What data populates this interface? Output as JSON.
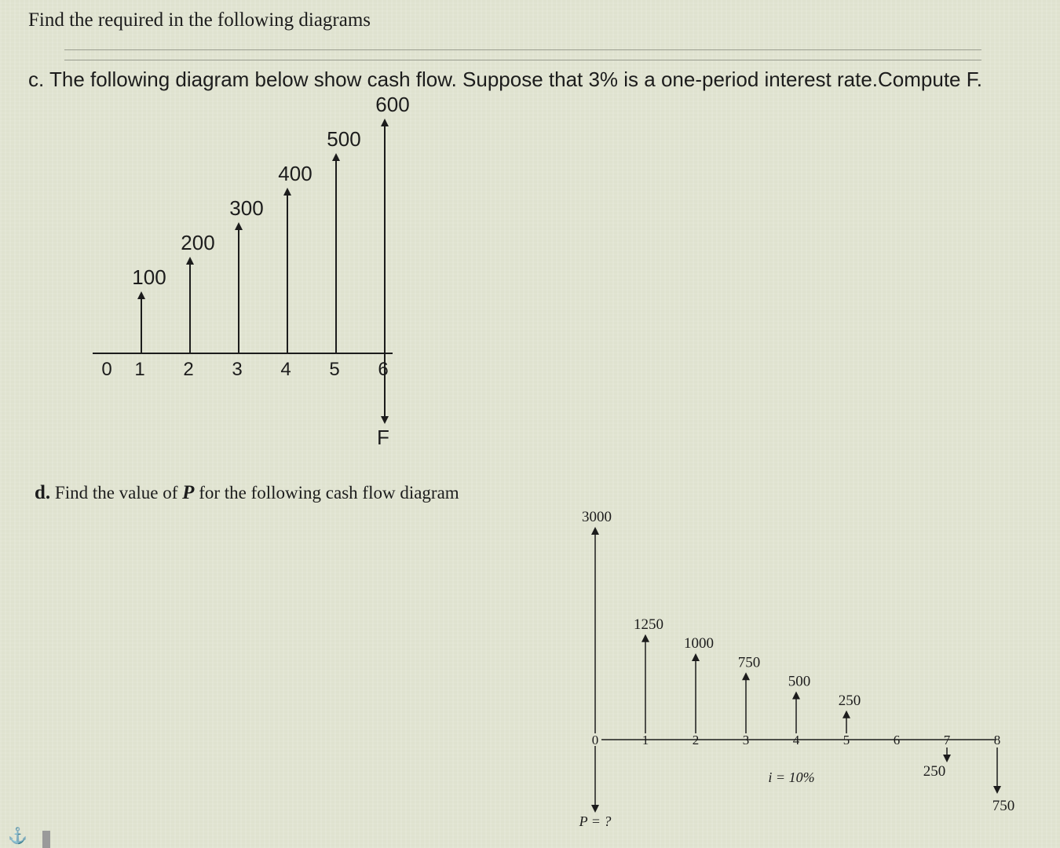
{
  "heading": "Find the required in the following diagrams",
  "question_c": {
    "text": "c. The following diagram below show cash flow. Suppose that 3% is a one-period interest rate.Compute F.",
    "diagram": {
      "periods": [
        "0",
        "1",
        "2",
        "3",
        "4",
        "5",
        "6"
      ],
      "cash_flows": [
        {
          "period": 1,
          "amount": "100",
          "direction": "up"
        },
        {
          "period": 2,
          "amount": "200",
          "direction": "up"
        },
        {
          "period": 3,
          "amount": "300",
          "direction": "up"
        },
        {
          "period": 4,
          "amount": "400",
          "direction": "up"
        },
        {
          "period": 5,
          "amount": "500",
          "direction": "up"
        },
        {
          "period": 6,
          "amount": "600",
          "direction": "up"
        },
        {
          "period": 6,
          "amount": "F",
          "direction": "down"
        }
      ]
    }
  },
  "question_d": {
    "label_letter": "d.",
    "label_text_before": "Find the value of",
    "label_var": "P",
    "label_text_after": "for the following cash flow diagram",
    "diagram": {
      "periods": [
        "0",
        "1",
        "2",
        "3",
        "4",
        "5",
        "6",
        "7",
        "8"
      ],
      "cash_flows": [
        {
          "period": 0,
          "amount": "3000",
          "direction": "up"
        },
        {
          "period": 0,
          "amount": "P = ?",
          "direction": "down"
        },
        {
          "period": 1,
          "amount": "1250",
          "direction": "up"
        },
        {
          "period": 2,
          "amount": "1000",
          "direction": "up"
        },
        {
          "period": 3,
          "amount": "750",
          "direction": "up"
        },
        {
          "period": 4,
          "amount": "500",
          "direction": "up"
        },
        {
          "period": 5,
          "amount": "250",
          "direction": "up"
        },
        {
          "period": 7,
          "amount": "250",
          "direction": "down"
        },
        {
          "period": 8,
          "amount": "750",
          "direction": "down"
        }
      ],
      "interest_rate": "i = 10%"
    }
  },
  "icons": {
    "side_icon": "anchor-icon"
  }
}
